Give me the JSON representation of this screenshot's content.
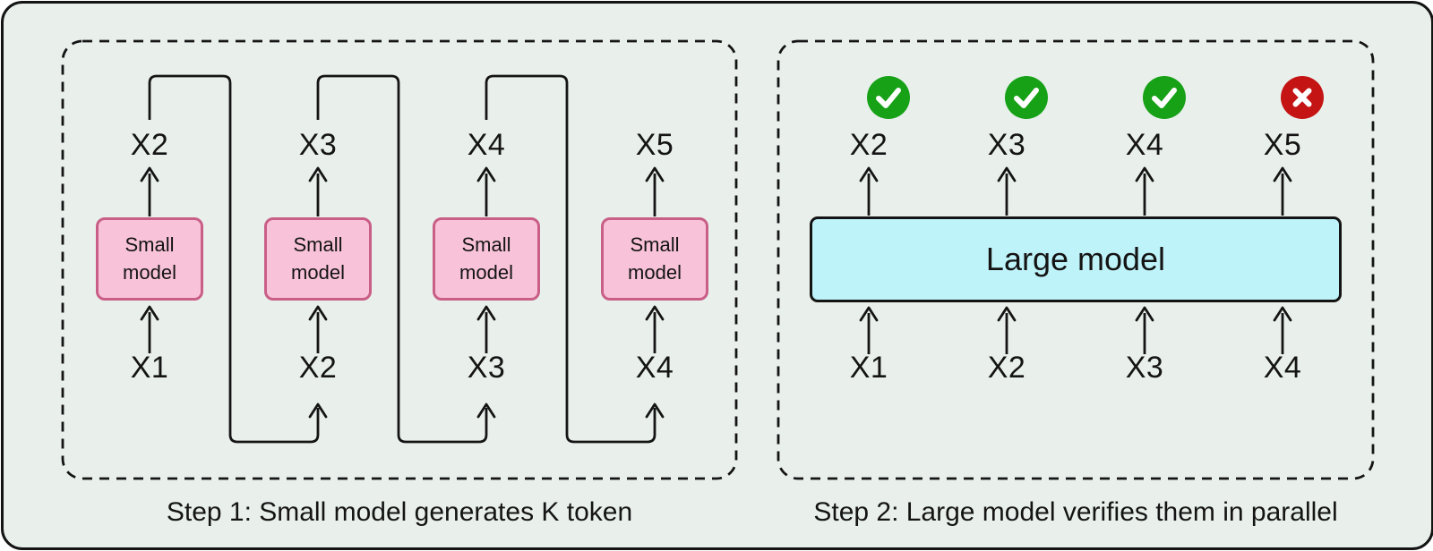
{
  "colors": {
    "background": "#E9F0EC",
    "line": "#141414",
    "text": "#141414",
    "small_model_fill": "#F8C2D8",
    "small_model_border": "#C95E86",
    "large_model_fill": "#BFF3FA",
    "check_green": "#17A117",
    "cross_red": "#C41414"
  },
  "step1": {
    "caption": "Step 1: Small model generates K token",
    "model_label": "Small model",
    "output_tokens": [
      "X2",
      "X3",
      "X4",
      "X5"
    ],
    "input_tokens": [
      "X1",
      "X2",
      "X3",
      "X4"
    ]
  },
  "step2": {
    "caption": "Step 2: Large model verifies them in parallel",
    "model_label": "Large model",
    "output_tokens": [
      "X2",
      "X3",
      "X4",
      "X5"
    ],
    "input_tokens": [
      "X1",
      "X2",
      "X3",
      "X4"
    ],
    "verdicts": [
      "accepted",
      "accepted",
      "accepted",
      "rejected"
    ]
  }
}
